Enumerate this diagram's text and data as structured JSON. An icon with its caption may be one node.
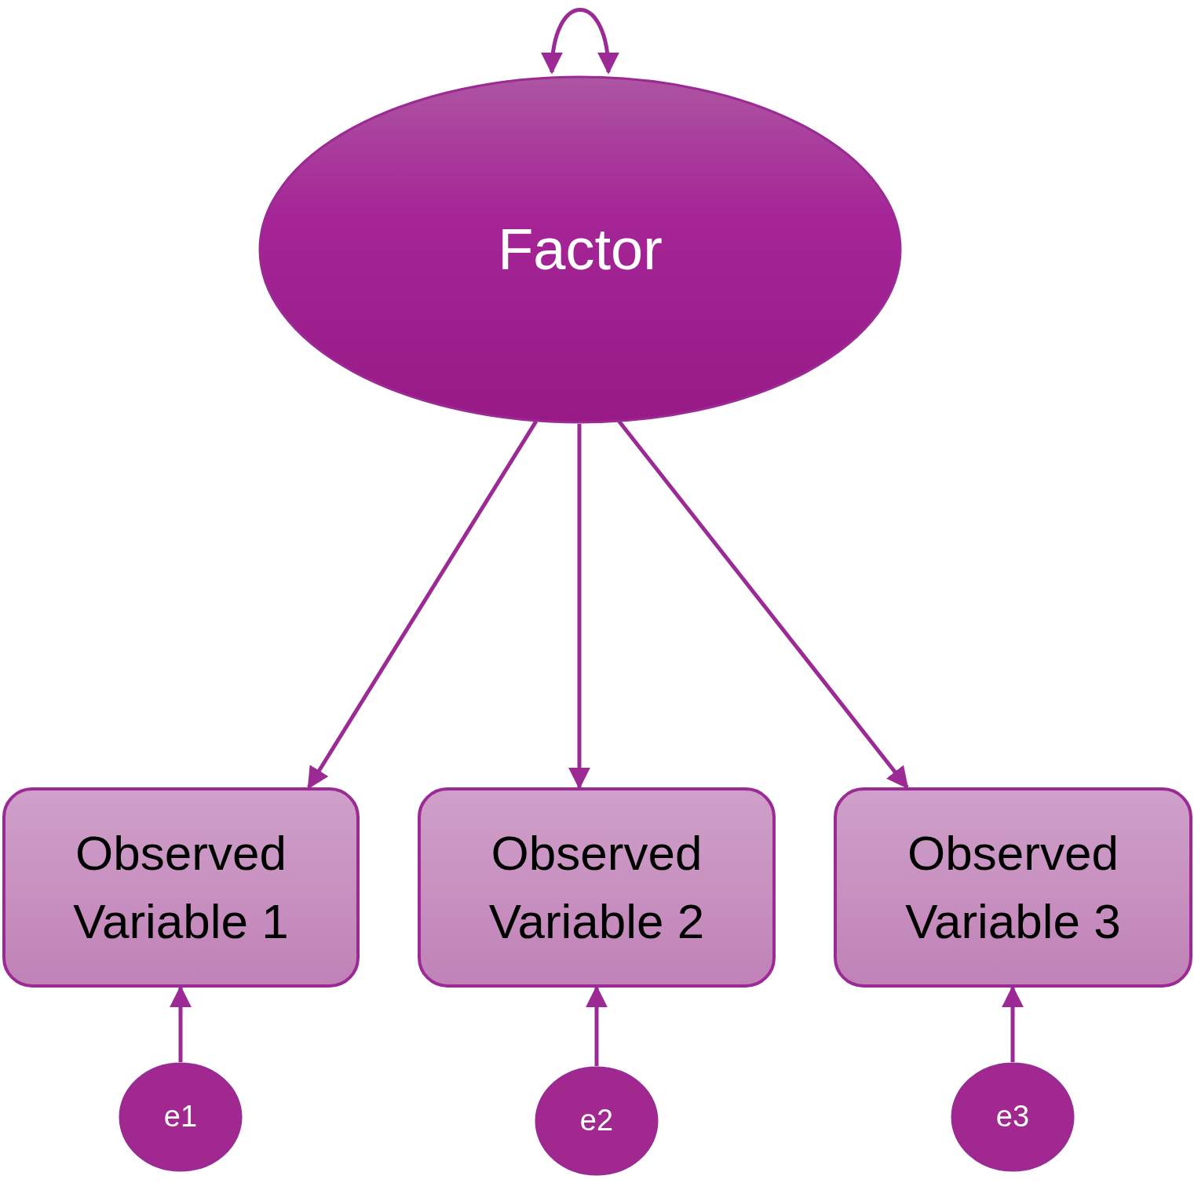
{
  "diagram": {
    "nodes": [
      {
        "text": [
          "Factor"
        ]
      },
      {
        "text": [
          "Observed Variable 1"
        ]
      },
      {
        "text": [
          "Observed Variable 2"
        ]
      },
      {
        "text": [
          "Observed Variable 3"
        ]
      },
      {
        "text": [
          "e1"
        ]
      },
      {
        "text": [
          "e2"
        ]
      },
      {
        "text": [
          "e3"
        ]
      }
    ],
    "edges": [
      {
        "from": 0,
        "to": 0,
        "arrow": "both"
      },
      {
        "from": 0,
        "to": 1,
        "arrow": "to"
      },
      {
        "from": 0,
        "to": 2,
        "arrow": "to"
      },
      {
        "from": 0,
        "to": 3,
        "arrow": "to"
      },
      {
        "from": 4,
        "to": 1,
        "arrow": "to"
      },
      {
        "from": 5,
        "to": 2,
        "arrow": "to"
      },
      {
        "from": 6,
        "to": 3,
        "arrow": "to"
      }
    ]
  }
}
